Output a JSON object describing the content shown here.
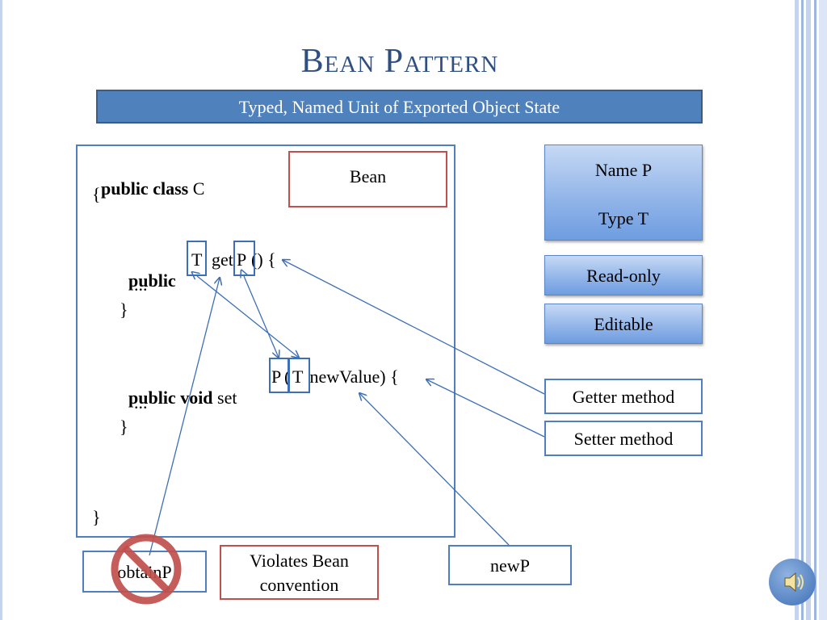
{
  "slide": {
    "title": "Bean Pattern",
    "subtitle": "Typed, Named Unit of Exported Object State"
  },
  "code": {
    "line1_kw": "public class",
    "line1_rest": " C",
    "line2": "{",
    "getter_kw": "public",
    "getter_type": "T",
    "getter_name_prefix": "get",
    "getter_name_p": "P",
    "getter_tail": "() {",
    "getter_body": "...",
    "getter_close": "}",
    "setter_kw": "public void",
    "setter_name_prefix": " set",
    "setter_name_p": "P",
    "setter_paren": "(",
    "setter_type": "T",
    "setter_tail": " newValue) {",
    "setter_body": "...",
    "setter_close": "}",
    "class_close": "}"
  },
  "labels": {
    "bean": "Bean",
    "name_p": "Name P",
    "type_t": "Type T",
    "read_only": "Read-only",
    "editable": "Editable",
    "getter_method": "Getter method",
    "setter_method": "Setter method",
    "obtain_p": "obtainP",
    "violates_line1": "Violates Bean",
    "violates_line2": "convention",
    "new_p": "newP"
  },
  "colors": {
    "title": "#2f4f80",
    "accent": "#4f81bd",
    "arrow": "#3d6fb6",
    "red": "#c0504d"
  },
  "icons": {
    "prohibited": "prohibition-icon",
    "speaker": "speaker-icon"
  }
}
